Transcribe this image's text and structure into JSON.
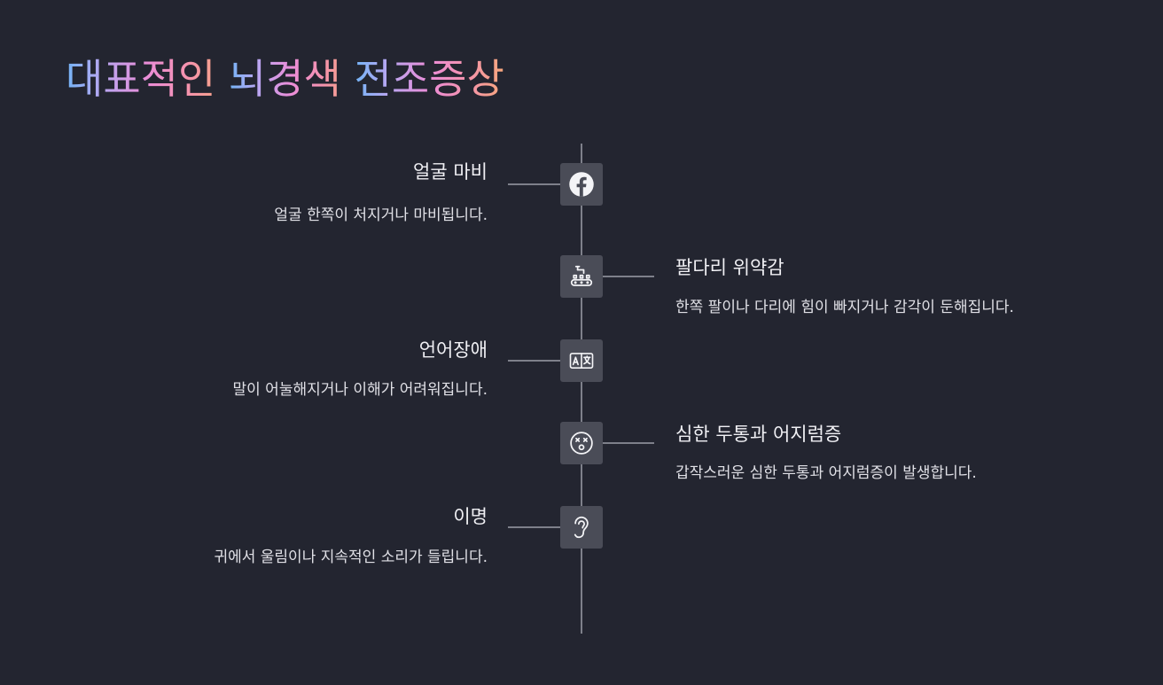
{
  "title": {
    "part1": "대표적인 ",
    "part2": "뇌경색 ",
    "part3": "전조증상"
  },
  "items": [
    {
      "heading": "얼굴 마비",
      "description": "얼굴 한쪽이 처지거나 마비됩니다.",
      "icon": "facebook-icon"
    },
    {
      "heading": "팔다리 위약감",
      "description": "한쪽 팔이나 다리에 힘이 빠지거나 감각이 둔해집니다.",
      "icon": "conveyor-arm-icon"
    },
    {
      "heading": "언어장애",
      "description": "말이 어눌해지거나 이해가 어려워집니다.",
      "icon": "translate-icon"
    },
    {
      "heading": "심한 두통과 어지럼증",
      "description": "갑작스러운 심한 두통과 어지럼증이 발생합니다.",
      "icon": "dizzy-face-icon"
    },
    {
      "heading": "이명",
      "description": "귀에서 울림이나 지속적인 소리가 들립니다.",
      "icon": "ear-icon"
    }
  ],
  "colors": {
    "background": "#232530",
    "line": "#7e808a",
    "node": "#4a4c57",
    "title_gradient": [
      "#73b4f6",
      "#eb8dd8",
      "#f6a77b"
    ]
  }
}
